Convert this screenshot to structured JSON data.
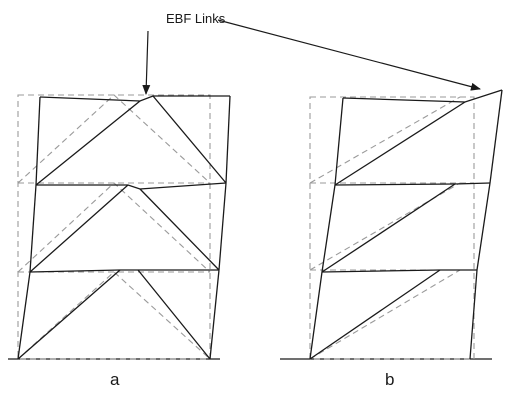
{
  "annotation": {
    "text": "EBF Links"
  },
  "panels": [
    {
      "label": "a"
    },
    {
      "label": "b"
    }
  ],
  "colors": {
    "frame": "#1a1a1a",
    "undeformed": "#9a9a9a",
    "background": "#ffffff"
  }
}
